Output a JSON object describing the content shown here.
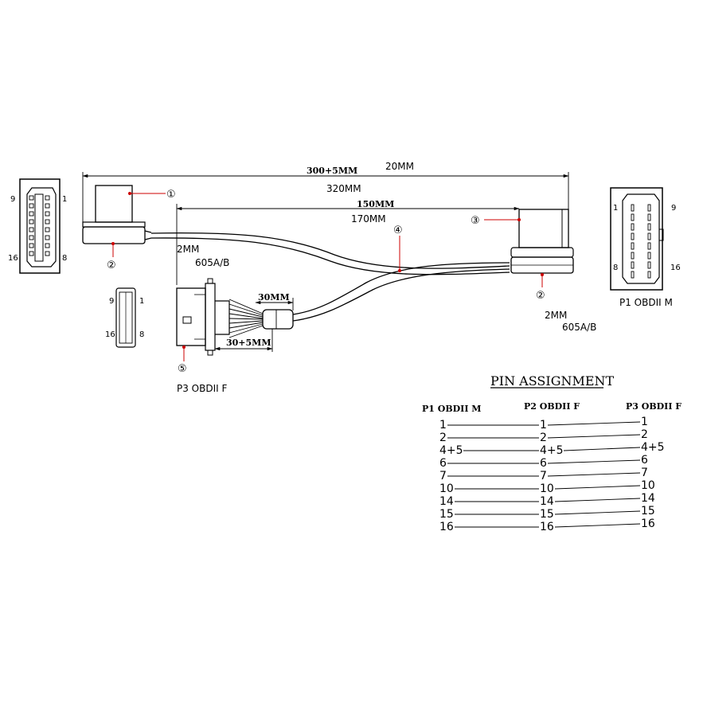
{
  "dimensions": {
    "overall": "300+5MM",
    "overall_alt": "320MM",
    "top_note": "20MM",
    "branch": "150MM",
    "branch_alt": "170MM",
    "stub": "30MM",
    "tail": "30+5MM"
  },
  "specs": {
    "left_pitch": "2MM",
    "left_housing": "605A/B",
    "right_pitch": "2MM",
    "right_housing": "605A/B"
  },
  "callouts": {
    "c1": "①",
    "c2": "②",
    "c3": "③",
    "c4": "④",
    "c5": "⑤"
  },
  "connectors": {
    "p1_caption": "P1  OBDII  M",
    "p3_caption": "P3  OBDII  F",
    "left_face": {
      "pin_tl": "9",
      "pin_tr": "1",
      "pin_bl": "16",
      "pin_br": "8"
    },
    "right_face": {
      "pin_tl": "1",
      "pin_tr": "9",
      "pin_bl": "8",
      "pin_br": "16"
    },
    "small_face": {
      "pin_tl": "9",
      "pin_tr": "1",
      "pin_bl": "16",
      "pin_br": "8"
    }
  },
  "pin_assignment": {
    "title": "PIN ASSIGNMENT",
    "headers": [
      "P1 OBDII M",
      "P2 OBDII F",
      "P3 OBDII F"
    ],
    "rows": [
      [
        "1",
        "1",
        "1"
      ],
      [
        "2",
        "2",
        "2"
      ],
      [
        "4+5",
        "4+5",
        "4+5"
      ],
      [
        "6",
        "6",
        "6"
      ],
      [
        "7",
        "7",
        "7"
      ],
      [
        "10",
        "10",
        "10"
      ],
      [
        "14",
        "14",
        "14"
      ],
      [
        "15",
        "15",
        "15"
      ],
      [
        "16",
        "16",
        "16"
      ]
    ]
  },
  "colors": {
    "callout_leader": "#cc0000",
    "line": "#000000"
  }
}
